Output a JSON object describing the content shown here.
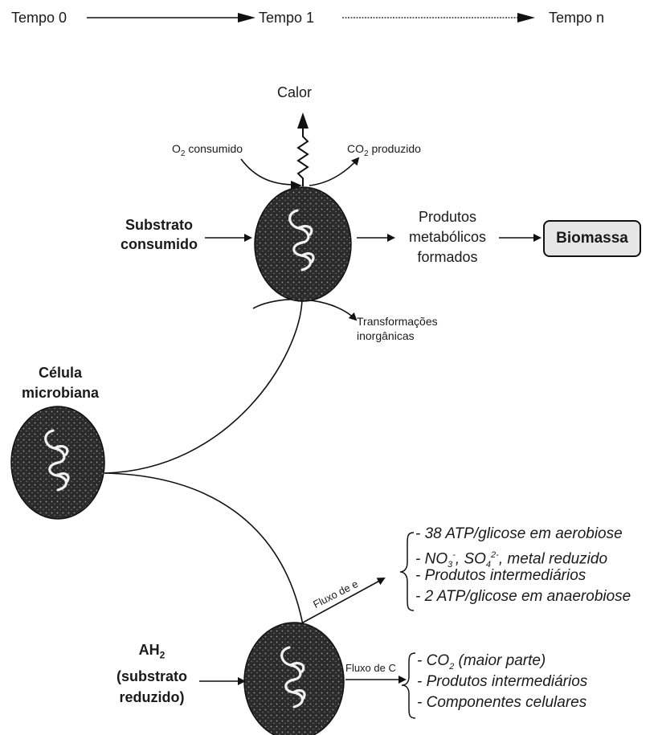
{
  "timeline": {
    "t0": "Tempo 0",
    "t1": "Tempo 1",
    "tn": "Tempo n"
  },
  "top_cell": {
    "heat": "Calor",
    "o2_prefix": "O",
    "o2_sub": "2",
    "o2_suffix": " consumido",
    "co2_prefix": "CO",
    "co2_sub": "2",
    "co2_suffix": " produzido",
    "substrate_line1": "Substrato",
    "substrate_line2": "consumido",
    "products_line1": "Produtos",
    "products_line2": "metabólicos",
    "products_line3": "formados",
    "biomass": "Biomassa",
    "inorganic_line1": "Transformações",
    "inorganic_line2": "inorgânicas"
  },
  "left_cell": {
    "label_line1": "Célula",
    "label_line2": "microbiana"
  },
  "bottom_cell": {
    "ah2_prefix": "AH",
    "ah2_sub": "2",
    "reduced_line1": "(substrato",
    "reduced_line2": "reduzido)",
    "electron_flow": "Fluxo de e",
    "carbon_flow": "Fluxo de C"
  },
  "electron_list": {
    "item1": "- 38 ATP/glicose em aerobiose",
    "item2_a": "- NO",
    "item2_sub1": "3",
    "item2_sup1": "-",
    "item2_b": ", SO",
    "item2_sub2": "4",
    "item2_sup2": "2-",
    "item2_c": ", metal reduzido",
    "item3": "- Produtos intermediários",
    "item4": "- 2 ATP/glicose em anaerobiose"
  },
  "carbon_list": {
    "item1_a": "- CO",
    "item1_sub": "2",
    "item1_b": " (maior parte)",
    "item2": "- Produtos intermediários",
    "item3": "- Componentes celulares"
  },
  "colors": {
    "cell_fill": "#2b2b2b",
    "line": "#111111",
    "box_fill": "#e6e6e6"
  }
}
